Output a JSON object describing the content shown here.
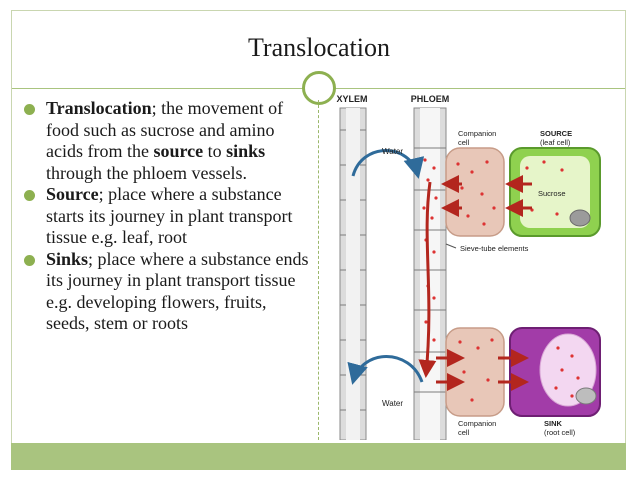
{
  "slide": {
    "title": "Translocation",
    "bullets": [
      {
        "term": "Translocation",
        "lead": "; the movement of food such as sucrose and amino acids from the ",
        "b1": "source",
        "mid": " to ",
        "b2": "sinks",
        "tail": " through the phloem vessels."
      },
      {
        "term": "Source",
        "lead": "; place where a substance starts its journey in plant transport tissue e.g. leaf, root"
      },
      {
        "term": "Sinks",
        "lead": "; place where a substance ends its journey in plant transport tissue e.g. developing flowers, fruits, seeds, stem or roots"
      }
    ]
  },
  "diagram": {
    "xylem_label": "XYLEM",
    "phloem_label": "PHLOEM",
    "water_top": "Water",
    "water_bottom": "Water",
    "companion_top_1": "Companion",
    "companion_top_2": "cell",
    "companion_bottom_1": "Companion",
    "companion_bottom_2": "cell",
    "source_1": "SOURCE",
    "source_2": "(leaf cell)",
    "sucrose": "Sucrose",
    "sieve_tube": "Sieve-tube elements",
    "sink_1": "SINK",
    "sink_2": "(root cell)"
  },
  "colors": {
    "accent_green": "#8db050",
    "footer_band": "#a9c47f",
    "phloem_arrow": "#b3261e",
    "water_arrow": "#2f6b9a",
    "source_cell": "#8fd14f",
    "sink_cell": "#a23ca8",
    "companion_cell": "#e8c7b8"
  }
}
